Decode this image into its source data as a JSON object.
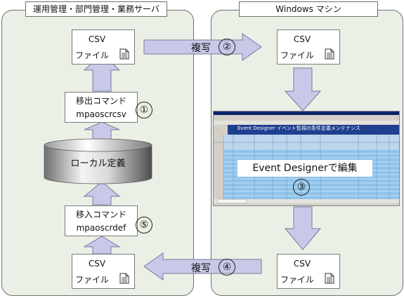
{
  "server_panel": {
    "title": "運用管理・部門管理・業務サーバ"
  },
  "windows_panel": {
    "title": "Windows マシン"
  },
  "csv_file": {
    "line1": "CSV",
    "line2": "ファイル"
  },
  "export_command": {
    "label": "移出コマンド",
    "command": "mpaoscrcsv",
    "step": "①"
  },
  "local_definition": {
    "label": "ローカル定義"
  },
  "import_command": {
    "label": "移入コマンド",
    "command": "mpaoscrdef",
    "step": "⑤"
  },
  "copy_to_windows": {
    "label": "複写",
    "step": "②"
  },
  "copy_to_server": {
    "label": "複写",
    "step": "④"
  },
  "edit": {
    "label": "Event Designerで編集",
    "step": "③"
  },
  "spreadsheet": {
    "banner_title": "Event Designer イベント監視の条件定義メンテナンス",
    "colors": {
      "header": "#1f3f8f",
      "cells": "#8fc3ea",
      "grid": "#ffffff"
    }
  },
  "colors": {
    "panel_fill": "#ebf0e6",
    "arrow_fill": "#c8c8e8",
    "arrow_stroke": "#7a7a9a"
  }
}
